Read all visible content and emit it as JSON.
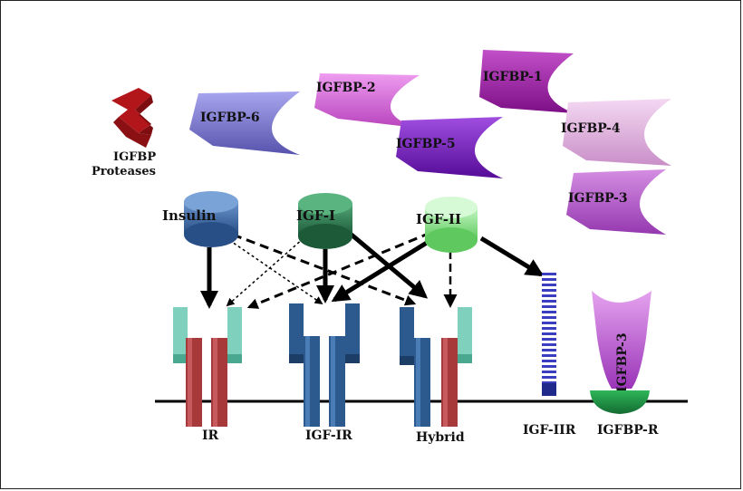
{
  "binding_proteins": [
    {
      "name": "IGFBP-1",
      "color": "#9a1fa0"
    },
    {
      "name": "IGFBP-2",
      "color": "#d064d4"
    },
    {
      "name": "IGFBP-3",
      "color": "#b24fcb"
    },
    {
      "name": "IGFBP-4",
      "color": "#e0b0e0"
    },
    {
      "name": "IGFBP-5",
      "color": "#7a1fbf"
    },
    {
      "name": "IGFBP-6",
      "color": "#7c78d0"
    }
  ],
  "proteases": {
    "label_line1": "IGFBP",
    "label_line2": "Proteases",
    "color": "#b2161a"
  },
  "ligands": [
    {
      "name": "Insulin",
      "color": "#3d6aa8"
    },
    {
      "name": "IGF-I",
      "color": "#2e7a50"
    },
    {
      "name": "IGF-II",
      "color": "#8be28b"
    }
  ],
  "receptors": [
    {
      "name": "IR"
    },
    {
      "name": "IGF-IR"
    },
    {
      "name": "Hybrid"
    },
    {
      "name": "IGF-IIR"
    },
    {
      "name": "IGFBP-R"
    }
  ],
  "bound_igfbp": {
    "name": "IGFBP-3"
  },
  "colors": {
    "ir_alpha": "#7fd0bc",
    "ir_beta": "#a8393b",
    "igf1r": "#2d5a8e",
    "igf2r": "#3b3fbf",
    "igfbp_r": "#1f9a48",
    "membrane": "#000000"
  }
}
